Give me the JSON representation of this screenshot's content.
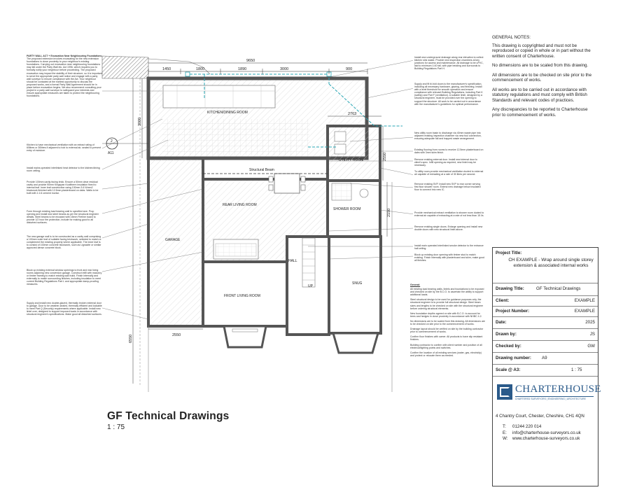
{
  "drawing": {
    "title": "GF Technical Drawings",
    "scale": "1 : 75",
    "rooms": {
      "kitchen": "KITCHEN/DINING ROOM",
      "utility": "UTILITY ROOM",
      "rear_living": "REAR LIVING ROOM",
      "shower": "SHOWER ROOM",
      "garage": "GARAGE",
      "hall": "HALL",
      "front_living": "FRONT LIVING ROOM",
      "snug": "SNUG"
    },
    "labels": {
      "structural_beam": "Structural Beam",
      "section_ref": "A11",
      "section_num": "2",
      "up": "UP"
    },
    "dimensions": {
      "overall": "9650",
      "d1": "1450",
      "d2": "1800",
      "d3": "1890",
      "d4": "3000",
      "d5": "900",
      "d_utility": "2763",
      "d_left_v": "3000",
      "d_right_v": "2550",
      "d_shower_v": "2150",
      "d_overall_v": "6550",
      "d_bottom": "2550"
    }
  },
  "notes_left": [
    {
      "heading": "PARTY WALL ACT + Excavation Near Neighbouring Foundations",
      "body": "The proposed extension involves excavating for the new extension foundations in close proximity to your neighbour's existing foundations. Carrying out excavation near neighbouring foundations may fall under the Party Wall etc. Act 1996, which requires you to formally notify your neighbour before proceeding. The proposed excavation may impact the stability of their structure, so it is important to serve the appropriate party wall notice and engage with a party wall surveyor to ensure compliance with the Act. Your neighbour should be contacted at the earliest opportunity to discuss the proposed works, and a formal Party Wall Agreement should be in place before excavation begins. We also recommend consulting your project in a party wall surveyor to safeguard your interests and ensure appropriate measures are taken to protect the neighbouring foundations."
    },
    {
      "heading": "",
      "body": "Kitchen to have mechanical ventilation with an extract rating of 60litres or 30litres if adjacent to hob to external air, sealed to prevent entry of moisture."
    },
    {
      "heading": "",
      "body": "Install mains operated interlinked heat detector to the kitchen/dining room ceiling."
    },
    {
      "heading": "",
      "body": "Provide 100mm cavity facing brick. Ensure a 50mm clear residual cavity and provide 90mm Kingspan Kooltherm insulation fixed to internal leaf. Inner leaf construction using 100mm 3.6 N/mm2 blockwork finished with 12.5mm plasterboard on dabs. Walls to be built with 1:1:6 cement mortar."
    },
    {
      "heading": "",
      "body": "Form through existing load bearing wall to specified size. Prop opening and install new steel beams as per the structural engineer details. Steel beams to be encased with 15mm Fireline board to provide 1/2 hour fire protection, include for making good to all disturbed surfaces."
    },
    {
      "heading": "",
      "body": "The new garage wall is to be constructed as a cavity wall comprising a 100mm outer leaf of suitable facing brickwork, selected to match or complement the existing property where applicable. The inner leaf is to consist of 100mm concrete blockwork, such as Lignacite or similar approved dense concrete block."
    },
    {
      "heading": "",
      "body": "Block up existing external window openings to front and rear living rooms adjoining new conversion garage. Construct infill with masonry or timber framing to match existing wall build. Finish internally and externally to match surrounding finishes, including insulation to meet current Building Regulations Part L and appropriate damp-proofing measures."
    },
    {
      "heading": "",
      "body": "Supply and install new double-glazed, thermally broken external door to garage. Door to be weather-sealed, thermally efficient and lockable to meet Part Q (Security) requirements where applicable. Install new lintel over, designed to support imposed loads in accordance with structural engineer's specifications. Make good all disturbed surfaces."
    }
  ],
  "notes_right": [
    {
      "heading": "",
      "body": "Install new underground drainage along rear elevation to collect kitchen sink waste. Provide new inspection chambers at key junctions for access and maintenance. All drainage to be uPVC, laid to minimum 1:40 fall, with pipe bedding and surrounds to Building Regulations Part H."
    },
    {
      "heading": "",
      "body": "Supply and fit bi-fold doors to the manufacturer's specification, including all necessary hardware, glazing, and finishing. Install with a level threshold for smooth operation and ensure compliance with relevant Building Regulations, including Part K (safety) and Part F (ventilation). A suitable lintel, designed by a structural engineer, must be provided over the opening to support the structure. All work to be carried out in accordance with the manufacturer's guidelines for optimal performance."
    },
    {
      "heading": "",
      "body": "New utility room basin to discharge via 40mm waste pipe into adjacent existing inspection chamber via new foul connection, ensuring adequate fall and trapped waste arrangement."
    },
    {
      "heading": "",
      "body": "Existing flooring from rooms to receive 12.5mm plasterboard on dabs with 3mm skim finish."
    },
    {
      "heading": "",
      "body": "Remove existing external door. Install new internal door to client's spec. Infill opening as required, new lintel may be necessary."
    },
    {
      "heading": "",
      "body": "To utility room provide mechanical ventilation ducted to external air capable of extracting at a rate of 30 litres per second."
    },
    {
      "heading": "",
      "body": "Remove existing SVP. Install new SVP to rear corner serving first floor shower room. Extend new drainage below insulated floor to connect into new IC."
    },
    {
      "heading": "",
      "body": "Provide mechanical extract ventilation to shower room ducted to external air capable of extracting at a rate of not less than 15 l/s."
    },
    {
      "heading": "",
      "body": "Remove existing single doors. Enlarge opening and install new double doors with new structural lintel above."
    },
    {
      "heading": "",
      "body": "Install main operated interlinked smoke detector to the entrance hall ceiling."
    },
    {
      "heading": "",
      "body": "Block up existing door opening with timber stud to match existing. Finish internally with plasterboard and skim, make good all finishes."
    }
  ],
  "general_block": {
    "heading": "General:",
    "paragraphs": [
      "All existing load bearing walls, lintels and foundations to be exposed and checked on site by the B.C.O. to ascertain the ability to support additional loads.",
      "Steel structural design to be used for guidance purposes only, the structural engineer is to provide full structural design. Steel beam sizes and lengths to be checked on site with the structural engineer before ordering structural elements.",
      "New foundation depths agreed on site with B.C.O. to account for trees and hedges in close proximity in accordance with NHBC 4.2.",
      "No dimensions are to be scaled from this drawing. All dimensions are to be checked on site prior to the commencement of works.",
      "Drainage layout should be verified on site by the building contractor prior to commencement of works.",
      "Confirm floor finishes with owner. All products to have slip resistant finishes.",
      "Building contractor to confirm with client number and position of all electrical/lighting points and switches.",
      "Confirm the location of all existing services (water, gas, electricity) and protect or relocate them as needed."
    ]
  },
  "general_notes": {
    "heading": "GENERAL NOTES:",
    "paragraphs": [
      "This drawing is copyrighted and must not be reproduced or copied in whole or in part without the written consent of Charterhouse.",
      "No dimensions are to be scaled from this drawing.",
      "All dimensions are to be checked on site prior to the commencement of works.",
      "All works are to be carried out in accordance with statutory regulations and must comply with British Standards and relevant codes of practices.",
      "Any discrepancies to be reported to Charterhouse prior to commencement of works."
    ]
  },
  "title_block": {
    "project_title_label": "Project Title:",
    "project_title": "CH EXAMPLE - Wrap around single storey extension & associated internal works",
    "drawing_title_label": "Drawing Title:",
    "drawing_title": "GF Technical Drawings",
    "client_label": "Client:",
    "client": "EXAMPLE",
    "project_number_label": "Project Number:",
    "project_number": "EXAMPLE",
    "date_label": "Date:",
    "date": "2025",
    "drawn_by_label": "Drawn by:",
    "drawn_by": "JS",
    "checked_by_label": "Checked by:",
    "checked_by": "GW",
    "drawing_number_label": "Drawing number:",
    "drawing_number": "A9",
    "scale_label": "Scale @ A3:",
    "scale": "1 : 75"
  },
  "company": {
    "name": "CHARTERHOUSE",
    "tagline": "CHARTERED SURVEYORS | ENGINEERING | ARCHITECTURE",
    "address": "4 Chantry Court, Chester, Cheshire, CH1 4QN",
    "tel_label": "T:",
    "tel": "01244 220 014",
    "email_label": "E:",
    "email": "info@charterhouse-surveyors.co.uk",
    "web_label": "W:",
    "web": "www.charterhouse-surveyors.co.uk"
  },
  "colors": {
    "wall": "#5a5a5a",
    "new_wall_hatch": "#9a9a9a",
    "drainage": "#2aa7b5",
    "brand_blue": "#2a5a8a"
  }
}
